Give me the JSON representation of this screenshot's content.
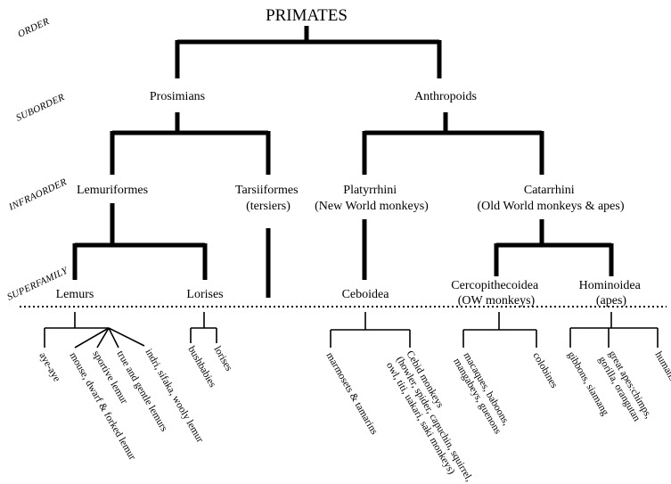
{
  "ranks": {
    "order": "ORDER",
    "suborder": "SUBORDER",
    "infraorder": "INFRAORDER",
    "superfamily": "SUPERFAMILY"
  },
  "order": "PRIMATES",
  "suborders": {
    "prosimians": "Prosimians",
    "anthropoids": "Anthropoids"
  },
  "infraorders": {
    "lemuriformes": "Lemuriformes",
    "tarsiiformes": [
      "Tarsiiformes",
      "(tersiers)"
    ],
    "platyrrhini": [
      "Platyrrhini",
      "(New World monkeys)"
    ],
    "catarrhini": [
      "Catarrhini",
      "(Old World monkeys & apes)"
    ]
  },
  "superfamilies": {
    "lemurs": "Lemurs",
    "lorises": "Lorises",
    "ceboidea": "Ceboidea",
    "cercopithecoidea": [
      "Cercopithecoidea",
      "(OW monkeys)"
    ],
    "hominoidea": [
      "Hominoidea",
      "(apes)"
    ]
  },
  "leaves": {
    "aye_aye": [
      "aye-aye"
    ],
    "mouse_dwarf": [
      "mouse, dwarf & forked lemur"
    ],
    "sportive": [
      "sportive lemur"
    ],
    "true_gentle": [
      "true and gentle lemurs"
    ],
    "indri": [
      "indri, sifaka, wooly lemur"
    ],
    "bushbabies": [
      "bushbabies"
    ],
    "lorises": [
      "lorises"
    ],
    "marmosets": [
      "marmosets & tamarins"
    ],
    "cebid": [
      "Cebid monkeys",
      "(howler, spider, capuchin, squirrel,",
      "owl, titi, uakari, saki monkeys)"
    ],
    "macaques": [
      "macaques, baboons,",
      "mangabeys, guenons"
    ],
    "colobines": [
      "colobines"
    ],
    "gibbons": [
      "gibbons, siamang"
    ],
    "great_apes": [
      "great apes:chimps,",
      "gorilla, orangutan"
    ],
    "humans": [
      "humans"
    ]
  }
}
